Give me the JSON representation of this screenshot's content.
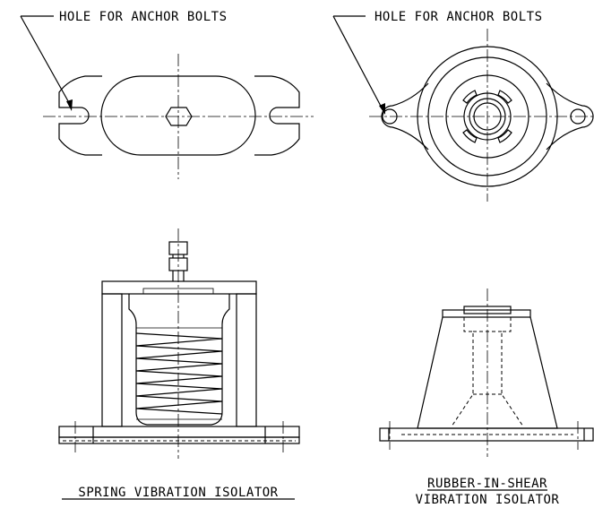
{
  "labels": {
    "left_callout": "HOLE FOR ANCHOR BOLTS",
    "right_callout": "HOLE FOR ANCHOR BOLTS",
    "spring_caption": "SPRING VIBRATION ISOLATOR",
    "rubber_caption_line1": "RUBBER-IN-SHEAR",
    "rubber_caption_line2": "VIBRATION ISOLATOR"
  }
}
